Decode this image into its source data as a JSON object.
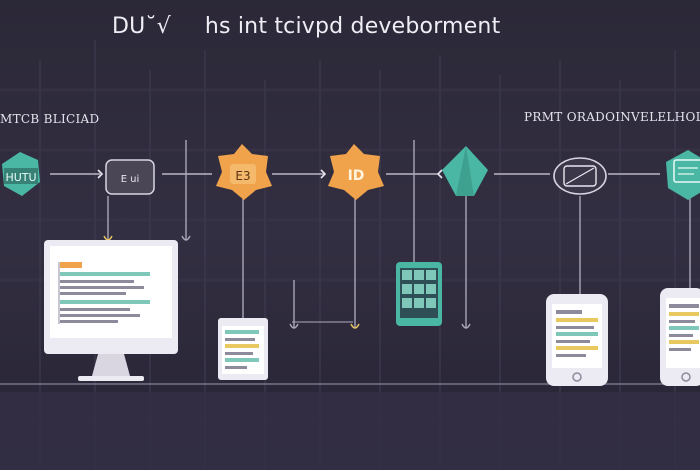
{
  "title": {
    "part1": "DU˘√",
    "part2": "hs int tcivpd deveborment"
  },
  "labels": {
    "left": "MTCB BLICIAD",
    "right": "PRMT ORADOINVELELHOL"
  },
  "icons": {
    "node1_text": "HUTU",
    "node2_text": "E ui",
    "node3_text": "E3",
    "node4_text": "ID"
  },
  "colors": {
    "background": "#2b2838",
    "teal": "#49b7a3",
    "orange": "#f0a34a",
    "line": "#b9b6c6",
    "screen": "#eceaf2",
    "accent_yellow": "#e9c860"
  }
}
